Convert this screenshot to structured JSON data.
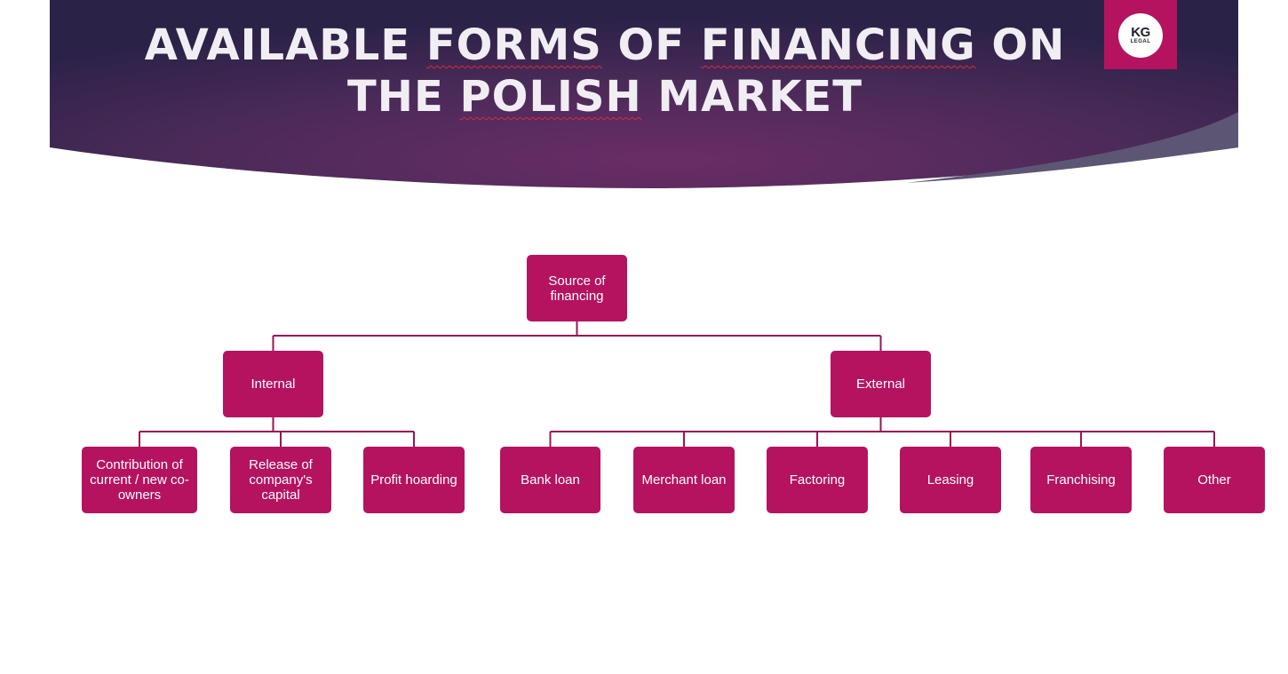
{
  "header": {
    "title_words": [
      {
        "text": "AVAILABLE",
        "underline": false
      },
      {
        "text": "FORMS",
        "underline": true
      },
      {
        "text": "OF",
        "underline": false
      },
      {
        "text": "FINANCING",
        "underline": true
      },
      {
        "text": "ON THE",
        "underline": false
      },
      {
        "text": "POLISH",
        "underline": true
      },
      {
        "text": "MARKET",
        "underline": false
      }
    ],
    "logo": {
      "top": "KG",
      "bottom": "LEGAL"
    }
  },
  "colors": {
    "node_fill": "#b5135f",
    "connector": "#9b1450",
    "banner_dark": "#2b2248",
    "banner_mid": "#6a2d66",
    "node_text": "#ffffff"
  },
  "diagram": {
    "root": {
      "label": "Source of financing"
    },
    "categories": [
      {
        "label": "Internal",
        "children": [
          "Contribution of current / new co-owners",
          "Release of company's capital",
          "Profit hoarding"
        ]
      },
      {
        "label": "External",
        "children": [
          "Bank loan",
          "Merchant loan",
          "Factoring",
          "Leasing",
          "Franchising",
          "Other"
        ]
      }
    ]
  }
}
